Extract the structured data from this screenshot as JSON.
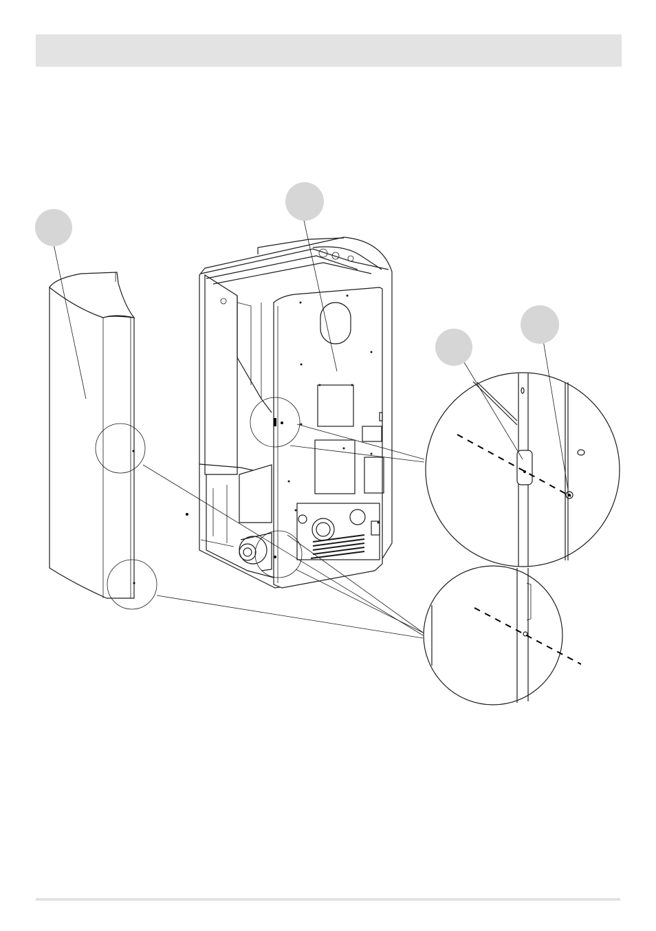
{
  "header": {
    "title": ""
  },
  "figure": {
    "callouts": [
      {
        "id": "left-panel",
        "label": ""
      },
      {
        "id": "stove-body",
        "label": ""
      },
      {
        "id": "bracket",
        "label": ""
      },
      {
        "id": "screw",
        "label": ""
      }
    ],
    "detail_views": [
      "upper-fixing-detail",
      "lower-fixing-detail"
    ]
  },
  "colors": {
    "header_bar": "#e3e3e3",
    "callout_fill": "#d6d6d6",
    "line": "#1a1a1a"
  }
}
